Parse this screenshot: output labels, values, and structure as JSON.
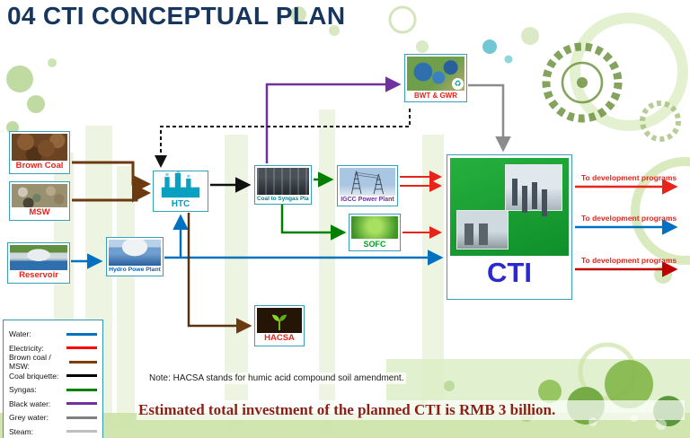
{
  "title": "04 CTI CONCEPTUAL PLAN",
  "nodes": {
    "brown_coal": {
      "label": "Brown Coal"
    },
    "msw": {
      "label": "MSW"
    },
    "reservoir": {
      "label": "Reservoir"
    },
    "htc": {
      "label": "HTC"
    },
    "coal_to_syngas": {
      "label": "Coal to Syngas Plant"
    },
    "igcc": {
      "label": "IGCC Power Plant"
    },
    "sofc": {
      "label": "SOFC"
    },
    "bwt_gwr": {
      "label": "BWT & GWR"
    },
    "hydro": {
      "label": "Hydro Powe Plant"
    },
    "hacsa": {
      "label": "HACSA"
    },
    "cti": {
      "label": "CTI"
    }
  },
  "outputs": [
    {
      "label": "To development programs",
      "arrow_color": "#ff0000"
    },
    {
      "label": "To development programs",
      "arrow_color": "#0070c0"
    },
    {
      "label": "To development programs",
      "arrow_color": "#c00000"
    }
  ],
  "legend": [
    {
      "label": "Water:",
      "color": "#0070C0"
    },
    {
      "label": "Electricity:",
      "color": "#FF0000"
    },
    {
      "label": "Brown coal / MSW:",
      "color": "#7B3F00"
    },
    {
      "label": "Coal briquette:",
      "color": "#000000"
    },
    {
      "label": "Syngas:",
      "color": "#008000"
    },
    {
      "label": "Black water:",
      "color": "#7030A0"
    },
    {
      "label": "Grey water:",
      "color": "#808080"
    },
    {
      "label": "Steam:",
      "color": "#bfbfbf"
    }
  ],
  "note": "Note: HACSA stands for humic acid compound soil amendment.",
  "footer": "Estimated total investment of the planned CTI is RMB 3 billion."
}
